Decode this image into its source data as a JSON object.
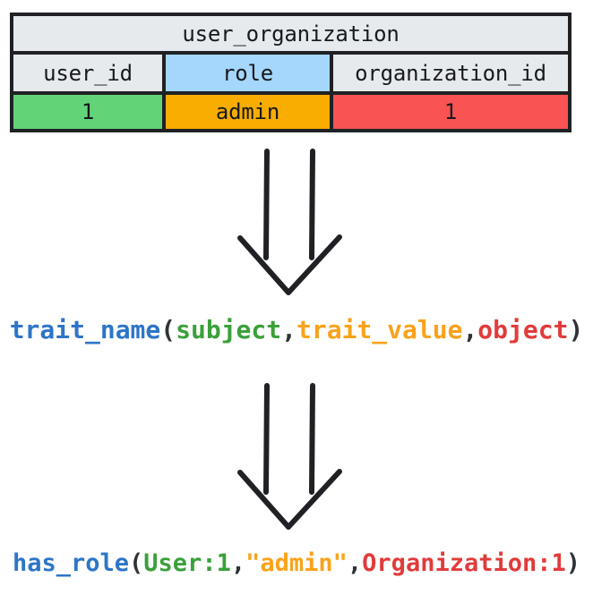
{
  "diagram": {
    "type": "mapping-diagram",
    "table": {
      "title": "user_organization",
      "columns": [
        {
          "label": "user_id",
          "header_color": "#e7eaed"
        },
        {
          "label": "role",
          "header_color": "#a5d6fb"
        },
        {
          "label": "organization_id",
          "header_color": "#e7eaed"
        }
      ],
      "rows": [
        [
          {
            "value": "1",
            "color": "#63d378"
          },
          {
            "value": "admin",
            "color": "#f9ad00"
          },
          {
            "value": "1",
            "color": "#f95353"
          }
        ]
      ]
    },
    "arrows": [
      {
        "name": "arrow-table-to-generic",
        "direction": "down"
      },
      {
        "name": "arrow-generic-to-concrete",
        "direction": "down"
      }
    ],
    "generic_form": {
      "tokens": [
        {
          "text": "trait_name",
          "color": "#2e75c7"
        },
        {
          "text": "(",
          "color": "#2f3337"
        },
        {
          "text": "subject",
          "color": "#3ba03b"
        },
        {
          "text": ",",
          "color": "#2f3337"
        },
        {
          "text": "trait_value",
          "color": "#f9a21b"
        },
        {
          "text": ",",
          "color": "#2f3337"
        },
        {
          "text": "object",
          "color": "#e13b3b"
        },
        {
          "text": ")",
          "color": "#2f3337"
        }
      ],
      "plain": "trait_name(subject,trait_value,object)"
    },
    "concrete_form": {
      "tokens": [
        {
          "text": "has_role",
          "color": "#2e75c7"
        },
        {
          "text": "(",
          "color": "#2f3337"
        },
        {
          "text": "User:1",
          "color": "#3ba03b"
        },
        {
          "text": ",",
          "color": "#2f3337"
        },
        {
          "text": "\"admin\"",
          "color": "#f9a21b"
        },
        {
          "text": ",",
          "color": "#2f3337"
        },
        {
          "text": "Organization:1",
          "color": "#e13b3b"
        },
        {
          "text": ")",
          "color": "#2f3337"
        }
      ],
      "plain": "has_role(User:1,\"admin\",Organization:1)"
    },
    "palette": {
      "ink": "#1f2124",
      "grey": "#e7eaed",
      "blue": "#a5d6fb",
      "green": "#63d378",
      "orange": "#f9ad00",
      "red": "#f95353",
      "code_blue": "#2e75c7",
      "code_green": "#3ba03b",
      "code_orange": "#f9a21b",
      "code_red": "#e13b3b",
      "background": "#ffffff"
    }
  }
}
